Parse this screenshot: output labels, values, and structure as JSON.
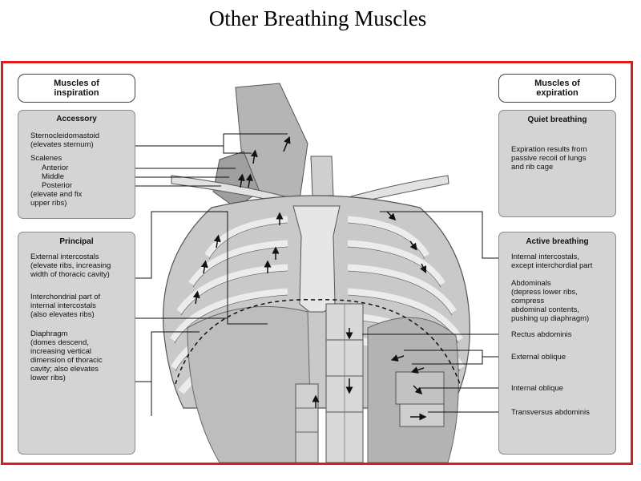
{
  "slide_title": "Other Breathing Muscles",
  "left": {
    "header": [
      "Muscles of",
      "inspiration"
    ],
    "accessory": {
      "title": "Accessory",
      "lines": [
        "Sternocleidomastoid",
        "(elevates sternum)",
        "Scalenes",
        "Anterior",
        "Middle",
        "Posterior",
        "(elevate and fix",
        "upper ribs)"
      ]
    },
    "principal": {
      "title": "Principal",
      "lines": [
        "External intercostals",
        "(elevate ribs, increasing",
        "width of thoracic cavity)",
        "Interchondrial part of",
        "internal intercostals",
        "(also elevates ribs)",
        "Diaphragm",
        "(domes descend,",
        "increasing vertical",
        "dimension of thoracic",
        "cavity; also elevates",
        "lower ribs)"
      ]
    }
  },
  "right": {
    "header": [
      "Muscles of",
      "expiration"
    ],
    "quiet": {
      "title": "Quiet breathing",
      "lines": [
        "Expiration results from",
        "passive recoil of lungs",
        "and rib cage"
      ]
    },
    "active": {
      "title": "Active breathing",
      "lines": [
        "Internal intercostals,",
        "except interchordial part",
        "Abdominals",
        "(depress lower ribs,",
        "compress",
        "abdominal contents,",
        "pushing up diaphragm)",
        "Rectus abdominis",
        "External oblique",
        "Internal oblique",
        "Transversus abdominis"
      ]
    }
  },
  "colors": {
    "frame": "#e01a1a",
    "panel": "#d4d4d4",
    "bone": "#dcdcdc",
    "muscle": "#a9a9a9"
  }
}
